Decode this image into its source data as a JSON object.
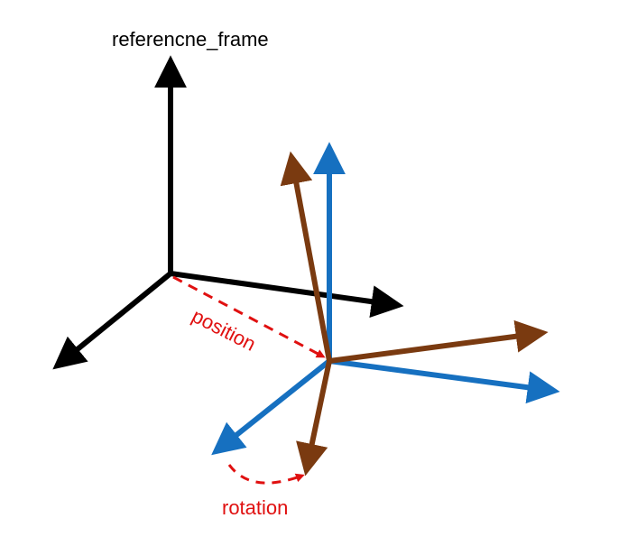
{
  "labels": {
    "reference_frame": "referencne_frame",
    "position": "position",
    "rotation": "rotation"
  },
  "colors": {
    "reference_axes": "#000000",
    "rotated_axes": "#7a3a10",
    "translated_axes": "#1670c0",
    "annotation": "#e01010"
  }
}
